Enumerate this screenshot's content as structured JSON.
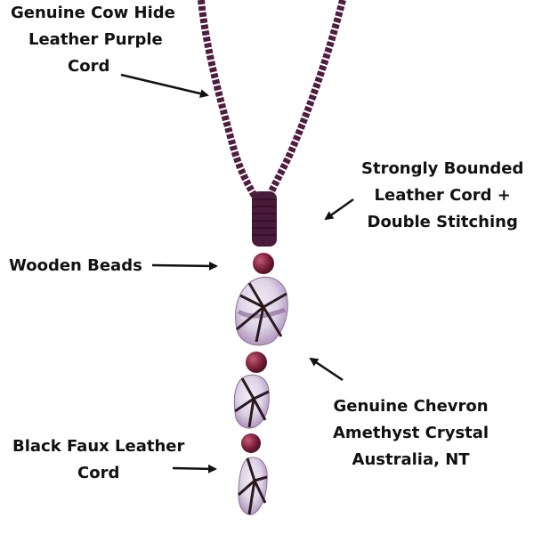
{
  "image": {
    "background": "#ffffff",
    "cord_color": "#4e1d3f",
    "bead_color": "#7a1f3a",
    "crystal_color": "#ddd3e6",
    "net_color": "#2a1a20",
    "label_color": "#111111"
  },
  "labels": {
    "cow_hide": [
      "Genuine Cow Hide",
      "Leather Purple",
      "Cord"
    ],
    "bounded": [
      "Strongly Bounded",
      "Leather Cord +",
      "Double Stitching"
    ],
    "wooden_beads": [
      "Wooden Beads"
    ],
    "amethyst": [
      "Genuine Chevron",
      "Amethyst Crystal",
      "Australia, NT"
    ],
    "faux_leather": [
      "Black Faux Leather",
      "Cord"
    ]
  }
}
